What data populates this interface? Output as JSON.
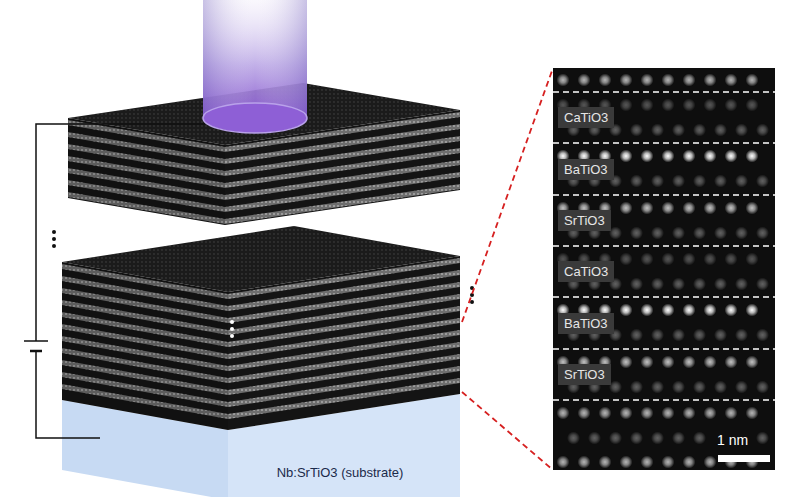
{
  "diagram": {
    "nodes": [
      {
        "text": [
          "Nb:SrTiO3 (substrate)"
        ]
      },
      {
        "text": [
          "CaTiO3"
        ]
      },
      {
        "text": [
          "BaTiO3"
        ]
      },
      {
        "text": [
          "SrTiO3"
        ]
      },
      {
        "text": [
          "CaTiO3"
        ]
      },
      {
        "text": [
          "BaTiO3"
        ]
      },
      {
        "text": [
          "SrTiO3"
        ]
      }
    ],
    "labels": [
      "1 nm"
    ]
  }
}
